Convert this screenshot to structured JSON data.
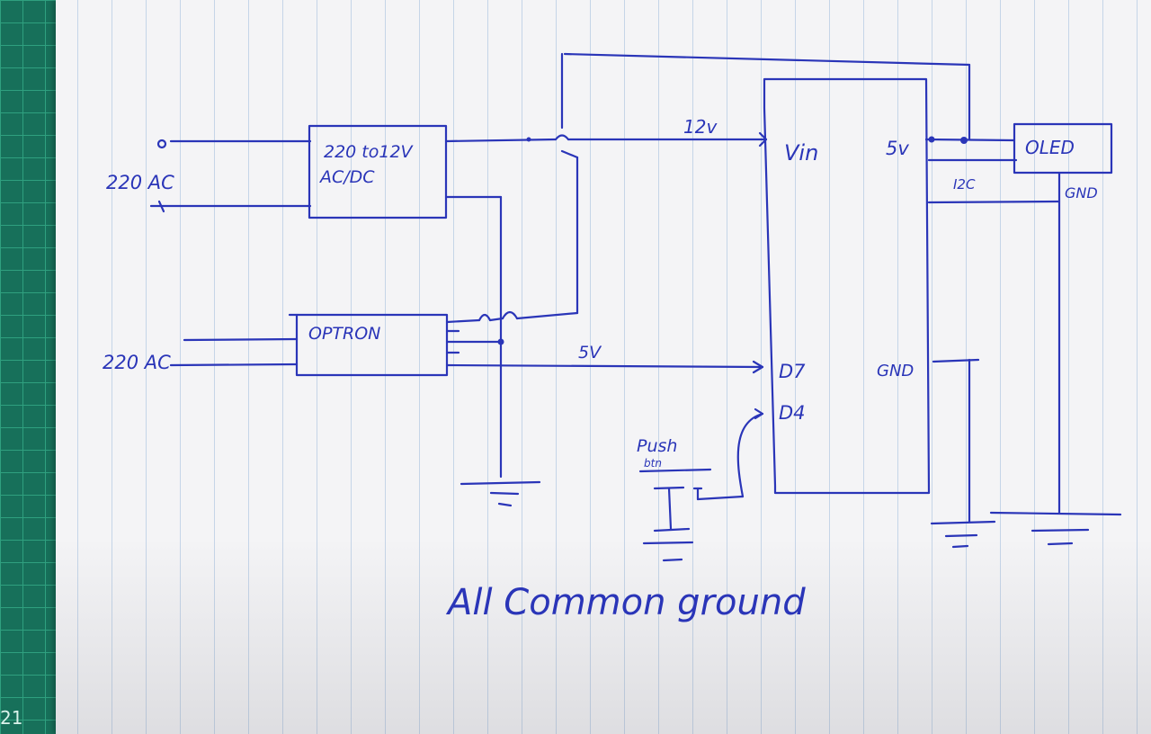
{
  "mat_number": "21",
  "diagram": {
    "ac_input_top": "220 AC",
    "ac_input_bottom": "220 AC",
    "converter_line1": "220 to12V",
    "converter_line2": "AC/DC",
    "optron": "OPTRON",
    "voltage_12v": "12v",
    "voltage_5v_signal": "5V",
    "mcu_vin": "Vin",
    "mcu_5v": "5v",
    "mcu_d7": "D7",
    "mcu_d4": "D4",
    "mcu_gnd": "GND",
    "oled": "OLED",
    "i2c": "I2C",
    "oled_gnd": "GND",
    "push_button_line1": "Push",
    "push_button_line2": "btn",
    "footer_note": "All Common ground"
  },
  "colors": {
    "ink": "#2a35b8",
    "paper": "#f4f4f6",
    "mat": "#17705a"
  }
}
